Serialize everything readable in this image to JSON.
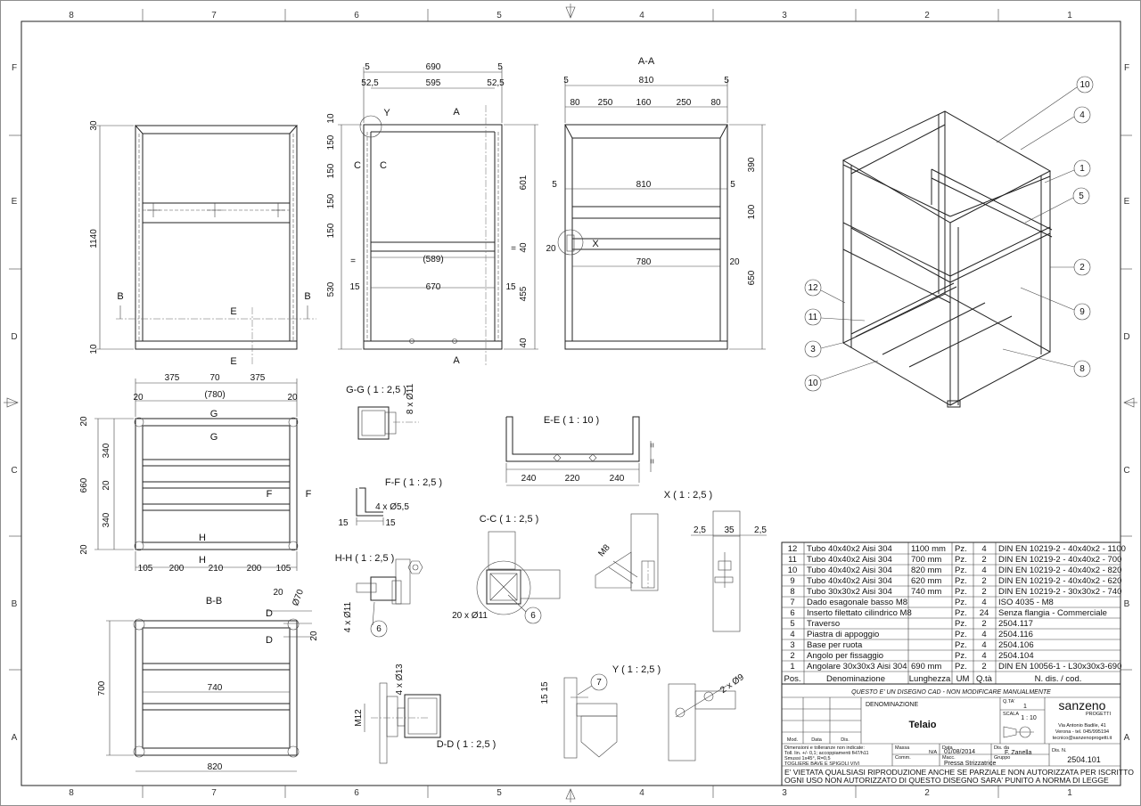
{
  "frame": {
    "columns": [
      "8",
      "7",
      "6",
      "5",
      "4",
      "3",
      "2",
      "1"
    ],
    "rows": [
      "F",
      "E",
      "D",
      "C",
      "B",
      "A"
    ]
  },
  "views": {
    "front": {
      "height": "1140",
      "top": "30",
      "bottom": "10",
      "sec_b": "B",
      "sec_e": "E"
    },
    "side": {
      "w_total": "690",
      "w_inner": "595",
      "edge": "5",
      "off": "52,5",
      "v": [
        "10",
        "150",
        "150",
        "150",
        "150",
        "530"
      ],
      "right": [
        "601",
        "40",
        "455",
        "40"
      ],
      "w589": "(589)",
      "w670": "670",
      "e15": "15",
      "eq": "=",
      "sec_a": "A",
      "sec_c": "C",
      "det_y": "Y"
    },
    "aa": {
      "title": "A-A",
      "w810": "810",
      "edge": "5",
      "top": [
        "80",
        "250",
        "160",
        "250",
        "80"
      ],
      "right": [
        "390",
        "100",
        "650"
      ],
      "w780": "780",
      "e20": "20",
      "det_x": "X"
    },
    "plan": {
      "top": [
        "375",
        "70",
        "375"
      ],
      "mid": "(780)",
      "edge20": "20",
      "left": [
        "20",
        "340",
        "20",
        "340",
        "20"
      ],
      "h660": "660",
      "bottom": [
        "105",
        "200",
        "210",
        "200",
        "105"
      ],
      "sec_g": "G",
      "sec_f": "F",
      "sec_h": "H"
    },
    "bb": {
      "title": "B-B",
      "w740": "740",
      "w820": "820",
      "h700": "700",
      "e20": "20",
      "dia": "Ø70",
      "sec_d": "D"
    },
    "gg": {
      "title": "G-G ( 1 : 2,5 )",
      "note": "8 x Ø11"
    },
    "ff": {
      "title": "F-F ( 1 : 2,5 )",
      "note": "4 x Ø5,5",
      "d1": "15",
      "d2": "15"
    },
    "hh": {
      "title": "H-H ( 1 : 2,5 )",
      "note": "4 x Ø11",
      "balloon": "6"
    },
    "ee": {
      "title": "E-E ( 1 : 10 )",
      "dims": [
        "240",
        "220",
        "240"
      ],
      "eq": "="
    },
    "cc": {
      "title": "C-C ( 1 : 2,5 )",
      "note": "20 x Ø11",
      "balloon": "6"
    },
    "x": {
      "title": "X ( 1 : 2,5 )",
      "m8": "M8",
      "dims": [
        "2,5",
        "35",
        "2,5"
      ]
    },
    "dd": {
      "title": "D-D ( 1 : 2,5 )",
      "note": "4 x Ø13",
      "m12": "M12"
    },
    "y": {
      "title": "Y ( 1 : 2,5 )",
      "d": "15 15",
      "balloon": "7",
      "note": "2 x Ø9"
    }
  },
  "iso_balloons": [
    "10",
    "4",
    "1",
    "5",
    "2",
    "9",
    "8",
    "10",
    "3",
    "11",
    "12"
  ],
  "bom": {
    "rows": [
      {
        "pos": "12",
        "desc": "Tubo 40x40x2 Aisi 304",
        "len": "1100 mm",
        "um": "Pz.",
        "qty": "4",
        "code": "DIN EN 10219-2 - 40x40x2 - 1100"
      },
      {
        "pos": "11",
        "desc": "Tubo 40x40x2 Aisi 304",
        "len": "700 mm",
        "um": "Pz.",
        "qty": "2",
        "code": "DIN EN 10219-2 - 40x40x2 - 700"
      },
      {
        "pos": "10",
        "desc": "Tubo 40x40x2 Aisi 304",
        "len": "820 mm",
        "um": "Pz.",
        "qty": "4",
        "code": "DIN EN 10219-2 - 40x40x2 - 820"
      },
      {
        "pos": "9",
        "desc": "Tubo 40x40x2 Aisi 304",
        "len": "620 mm",
        "um": "Pz.",
        "qty": "2",
        "code": "DIN EN 10219-2 - 40x40x2 - 620"
      },
      {
        "pos": "8",
        "desc": "Tubo 30x30x2 Aisi 304",
        "len": "740 mm",
        "um": "Pz.",
        "qty": "2",
        "code": "DIN EN 10219-2 - 30x30x2 - 740"
      },
      {
        "pos": "7",
        "desc": "Dado esagonale basso M8",
        "len": "",
        "um": "Pz.",
        "qty": "4",
        "code": "ISO 4035 - M8"
      },
      {
        "pos": "6",
        "desc": "Inserto filettato cilindrico M8",
        "len": "",
        "um": "Pz.",
        "qty": "24",
        "code": "Senza flangia - Commerciale"
      },
      {
        "pos": "5",
        "desc": "Traverso",
        "len": "",
        "um": "Pz.",
        "qty": "2",
        "code": "2504.117"
      },
      {
        "pos": "4",
        "desc": "Piastra di appoggio",
        "len": "",
        "um": "Pz.",
        "qty": "4",
        "code": "2504.116"
      },
      {
        "pos": "3",
        "desc": "Base per ruota",
        "len": "",
        "um": "Pz.",
        "qty": "4",
        "code": "2504.106"
      },
      {
        "pos": "2",
        "desc": "Angolo per fissaggio",
        "len": "",
        "um": "Pz.",
        "qty": "4",
        "code": "2504.104"
      },
      {
        "pos": "1",
        "desc": "Angolare 30x30x3 Aisi 304",
        "len": "690 mm",
        "um": "Pz.",
        "qty": "2",
        "code": "DIN EN 10056-1 - L30x30x3-690"
      }
    ],
    "header": {
      "pos": "Pos.",
      "desc": "Denominazione",
      "len": "Lunghezza",
      "um": "UM",
      "qty": "Q.tà",
      "code": "N. dis. / cod."
    }
  },
  "titleblock": {
    "cad_note": "QUESTO E' UN DISEGNO CAD - NON MODIFICARE MANUALMENTE",
    "den_label": "DENOMINAZIONE",
    "den_value": "Telaio",
    "qta_label": "Q.TA'",
    "qta_value": "1",
    "scala_label": "SCALA",
    "scala_value": "1 : 10",
    "brand": "sanzeno",
    "brand_sub": "PROGETTI",
    "addr1": "Via Antonio Badile, 41",
    "addr2": "Verona - tel. 045/995194",
    "addr3": "tecnico@sanzenoprogetti.it",
    "mod": "Mod.",
    "data": "Data",
    "dis": "Dis.",
    "tol1": "Dimensioni e tolleranze non indicate:",
    "tol2": "Toll. lin. +/- 0,1; accoppiamenti fH7/h11",
    "tol3": "Smussi 1x45°, R=0,5",
    "tol4": "TOGLIERE BAVE E SPIGOLI VIVI",
    "massa_label": "Massa",
    "massa_value": "N/A",
    "data_label": "Data",
    "data_value": "01/08/2014",
    "disda_label": "Dis. da",
    "disda_value": "F. Zanella",
    "comm_label": "Comm.",
    "macc_label": "Macc.",
    "macc_value": "Pressa Strizzatrice",
    "gruppo_label": "Gruppo",
    "disn_label": "Dis. N.",
    "disn_value": "2504.101",
    "legal1": "E' VIETATA QUALSIASI RIPRODUZIONE ANCHE SE PARZIALE NON AUTORIZZATA PER ISCRITTO",
    "legal2": "OGNI USO NON AUTORIZZATO DI QUESTO DISEGNO SARA' PUNITO A NORMA DI LEGGE"
  }
}
